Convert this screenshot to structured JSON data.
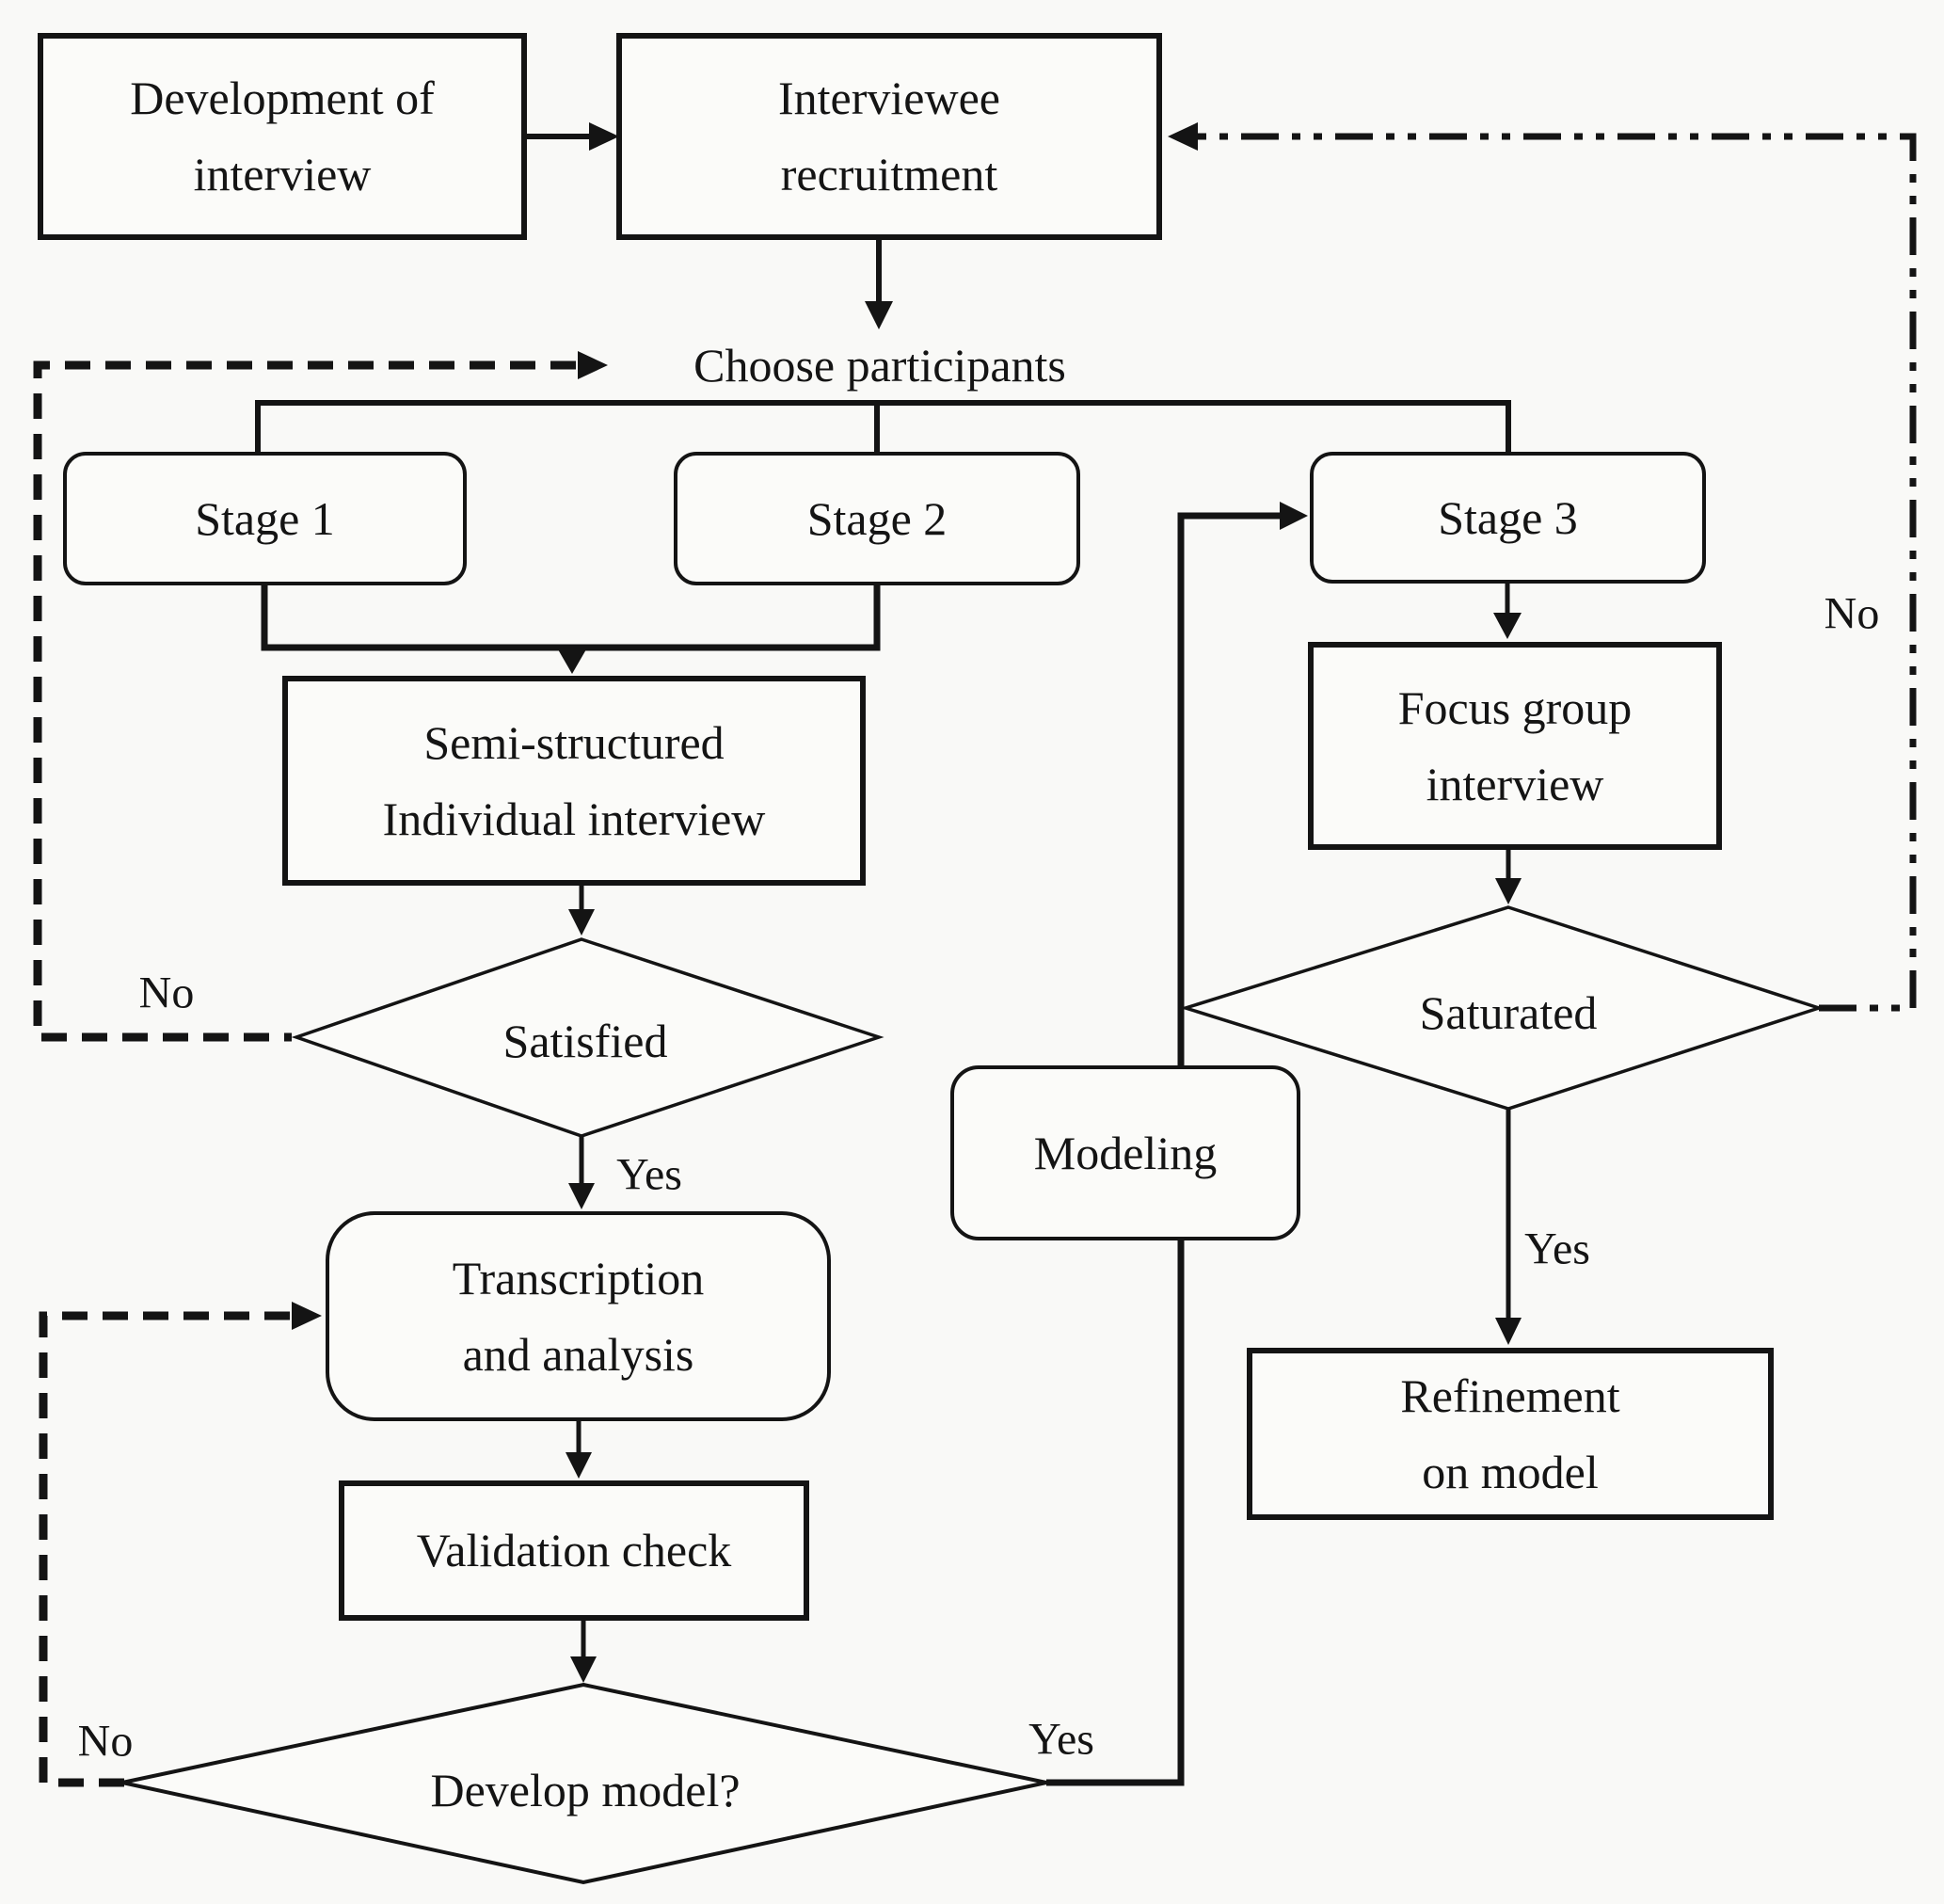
{
  "diagram": {
    "type": "flowchart",
    "background_color": "#f9f9f7",
    "line_color": "#141414",
    "nodes": {
      "development": {
        "shape": "rectangle",
        "label": "Development of\ninterview"
      },
      "recruitment": {
        "shape": "rectangle",
        "label": "Interviewee\nrecruitment"
      },
      "choose": {
        "shape": "plain-text",
        "label": "Choose participants"
      },
      "stage1": {
        "shape": "rounded-rect",
        "label": "Stage 1"
      },
      "stage2": {
        "shape": "rounded-rect",
        "label": "Stage 2"
      },
      "stage3": {
        "shape": "rounded-rect",
        "label": "Stage 3"
      },
      "semi": {
        "shape": "rectangle",
        "label": "Semi-structured\nIndividual interview"
      },
      "satisfied": {
        "shape": "decision-diamond",
        "label": "Satisfied"
      },
      "transcription": {
        "shape": "rounded-rect",
        "label": "Transcription\nand analysis"
      },
      "validation": {
        "shape": "rectangle",
        "label": "Validation check"
      },
      "develop": {
        "shape": "decision-diamond",
        "label": "Develop model?"
      },
      "modeling": {
        "shape": "rounded-rect",
        "label": "Modeling"
      },
      "focus": {
        "shape": "rectangle",
        "label": "Focus group\ninterview"
      },
      "saturated": {
        "shape": "decision-diamond",
        "label": "Saturated"
      },
      "refinement": {
        "shape": "rectangle",
        "label": "Refinement\non model"
      }
    },
    "edge_labels": {
      "satisfied_no": "No",
      "satisfied_yes": "Yes",
      "develop_no": "No",
      "develop_yes": "Yes",
      "saturated_no": "No",
      "saturated_yes": "Yes"
    },
    "edges": [
      {
        "from": "development",
        "to": "recruitment",
        "style": "solid-arrow"
      },
      {
        "from": "recruitment",
        "to": "choose",
        "style": "solid-arrow"
      },
      {
        "from": "choose",
        "to": "stage1",
        "style": "solid"
      },
      {
        "from": "choose",
        "to": "stage2",
        "style": "solid"
      },
      {
        "from": "choose",
        "to": "stage3",
        "style": "solid"
      },
      {
        "from": "stage1",
        "to": "semi",
        "style": "solid-arrow"
      },
      {
        "from": "stage2",
        "to": "semi",
        "style": "solid-arrow"
      },
      {
        "from": "semi",
        "to": "satisfied",
        "style": "solid-arrow"
      },
      {
        "from": "satisfied",
        "to": "choose",
        "style": "dashed-arrow",
        "label": "No"
      },
      {
        "from": "satisfied",
        "to": "transcription",
        "style": "solid-arrow",
        "label": "Yes"
      },
      {
        "from": "transcription",
        "to": "validation",
        "style": "solid-arrow"
      },
      {
        "from": "validation",
        "to": "develop",
        "style": "solid-arrow"
      },
      {
        "from": "develop",
        "to": "transcription",
        "style": "dashed-arrow",
        "label": "No"
      },
      {
        "from": "develop",
        "to": "stage3",
        "style": "solid-arrow",
        "label": "Yes",
        "via": "modeling"
      },
      {
        "from": "stage3",
        "to": "focus",
        "style": "solid-arrow"
      },
      {
        "from": "focus",
        "to": "saturated",
        "style": "solid-arrow"
      },
      {
        "from": "saturated",
        "to": "recruitment",
        "style": "dash-dot-arrow",
        "label": "No"
      },
      {
        "from": "saturated",
        "to": "refinement",
        "style": "solid-arrow",
        "label": "Yes"
      }
    ]
  }
}
